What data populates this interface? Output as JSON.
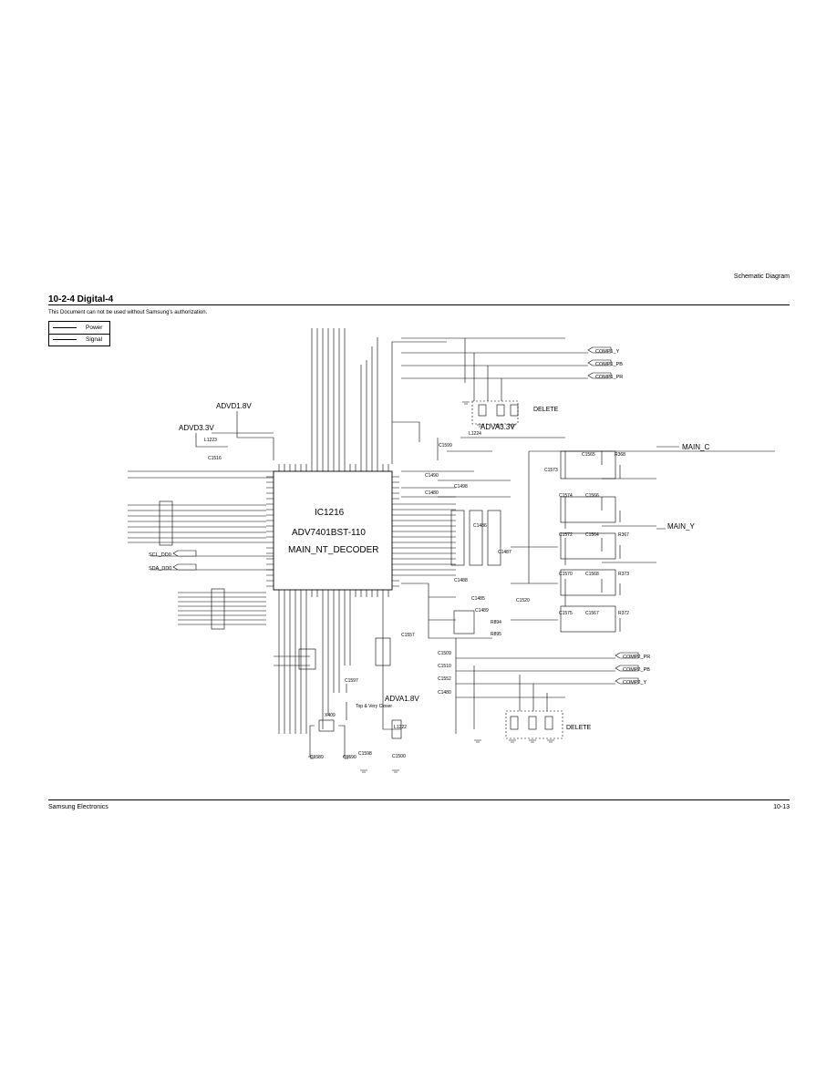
{
  "header": {
    "section": "Schematic Diagram"
  },
  "page": {
    "title": "10-2-4 Digital-4",
    "notice": "This Document can not be used without Samsung's authorization."
  },
  "legend": {
    "power": "Power",
    "signal": "Signal"
  },
  "schematic": {
    "ic_ref": "IC1216",
    "ic_part": "ADV7401BST-110",
    "ic_name": "MAIN_NT_DECODER",
    "rails": {
      "advd18": "ADVD1.8V",
      "advd33": "ADVD3.3V",
      "adva33": "ADVA3.3V",
      "adva18": "ADVA1.8V"
    },
    "outputs": {
      "main_c": "MAIN_C",
      "main_y": "MAIN_Y",
      "comp1_y": "COMP1_Y",
      "comp1_pb": "COMP1_PB",
      "comp1_pr": "COMP1_PR",
      "comp2_pr": "COMP2_PR",
      "comp2_pb": "COMP2_PB",
      "comp2_y": "COMP2_Y"
    },
    "signals": {
      "scl": "SCL_DD0",
      "sda": "SDA_DD0"
    },
    "notes": {
      "delete_top": "DELETE",
      "delete_bottom": "DELETE",
      "top_view": "Top & Very Closer"
    },
    "refs": {
      "l1223": "L1223",
      "l1224": "L1224",
      "l1222": "L1222",
      "c1516": "C1516",
      "c1599": "C1599",
      "c1498": "C1498",
      "c1490": "C1490",
      "c1480": "C1480",
      "c1565": "C1565",
      "c1573": "C1573",
      "r368": "R368",
      "c1574": "C1574",
      "c1566": "C1566",
      "c1572": "C1572",
      "c1564": "C1564",
      "r367": "R367",
      "c1570": "C1570",
      "c1568": "C1568",
      "r373": "R373",
      "c1575": "C1575",
      "c1567": "C1567",
      "r372": "R372",
      "c1486": "C1486",
      "c1487": "C1487",
      "c1485": "C1485",
      "c1488": "C1488",
      "c1489": "C1489",
      "r894": "R894",
      "r895": "R895",
      "c1520": "C1520",
      "c1557": "C1557",
      "c1509": "C1509",
      "c1510": "C1510",
      "c1552": "C1552",
      "c1480b": "C1480",
      "c1597": "C1597",
      "c1589": "C1589",
      "c1590": "C1590",
      "c1598": "C1598",
      "c1500": "C1500",
      "x409": "X409"
    }
  },
  "footer": {
    "company": "Samsung Electronics",
    "page_number": "10-13"
  }
}
